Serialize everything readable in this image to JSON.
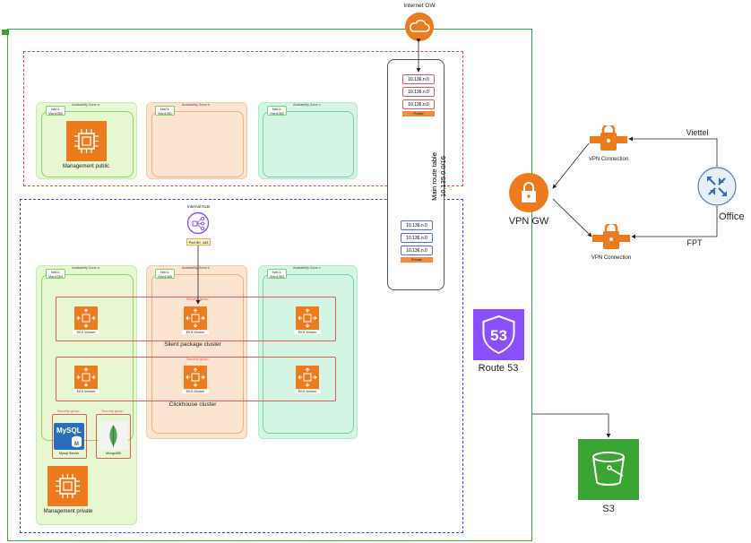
{
  "internet_gw": {
    "label": "Internet GW",
    "icon": "cloud-icon"
  },
  "vpc": {
    "tag": "VPC"
  },
  "public_zone": {
    "azs": [
      {
        "nacl": "NACL\nVlan1350",
        "az": "Availability Zone a"
      },
      {
        "nacl": "NACL\nVlan1351",
        "az": "Availability Zone b"
      },
      {
        "nacl": "NACL\nVlan1352",
        "az": "Availability Zone c"
      }
    ],
    "management_public": "Management public"
  },
  "route_table": {
    "title": "Main route table",
    "cidr": "10.135.0.0/16",
    "public_rows": [
      "10.136.n.0",
      "10.136.n.0",
      "10.136.n.0"
    ],
    "public_tag": "Public",
    "private_rows": [
      "10.136.n.0",
      "10.136.n.0",
      "10.136.n.0"
    ],
    "private_tag": "Private"
  },
  "private_zone": {
    "internal_nlb": "Internal NLB",
    "port": "Port 80, 443",
    "azs": [
      {
        "nacl": "NACL\nVlan1354",
        "az": "Availability Zone a"
      },
      {
        "nacl": "NACL\nVlan1355",
        "az": "Availability Zone b"
      },
      {
        "nacl": "NACL\nVlan1353",
        "az": "Availability Zone c"
      }
    ],
    "security_group": "Security group",
    "eks_worker": "EKS Worker",
    "silent_cluster": "Silent package cluster",
    "clickhouse_cluster": "Clickhouse cluster",
    "mysql": {
      "label": "Mysql Server",
      "logo": "MySQL"
    },
    "mongodb": {
      "label": "MongoDB"
    },
    "management_private": "Management private"
  },
  "vpn": {
    "gw_label": "VPN GW",
    "conn1": "VPN Connection",
    "conn2": "VPN Connection",
    "office": "Office",
    "isp1": "Viettel",
    "isp2": "FPT"
  },
  "route53": {
    "label": "Route 53",
    "number": "53"
  },
  "s3": {
    "label": "S3"
  },
  "colors": {
    "orange": "#ed7a1c",
    "purple": "#8c4fff",
    "green": "#3aa535"
  }
}
